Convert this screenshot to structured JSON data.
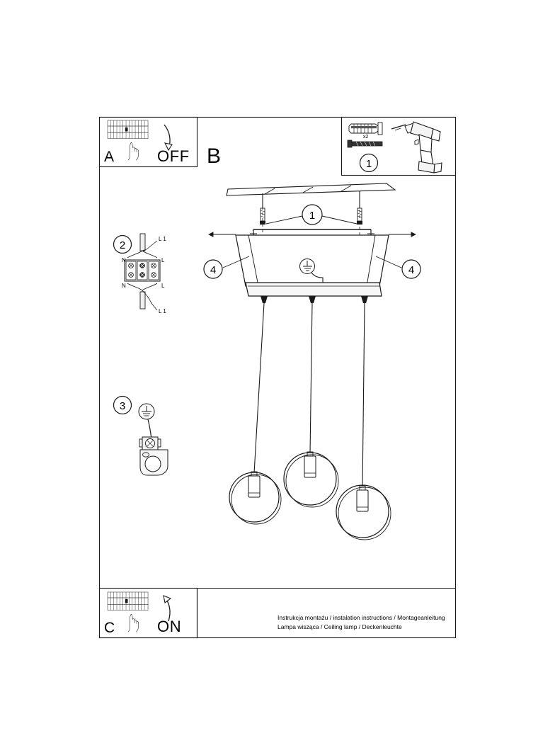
{
  "document": {
    "type": "installation-instruction-sheet",
    "product": "Ceiling lamp / pendant lamp with 3 ring shades"
  },
  "panels": {
    "a": {
      "letter": "A",
      "action_label": "OFF",
      "icon": "fuse-box-switch-hand-icon",
      "description": "Switch off the power at the fuse box"
    },
    "b": {
      "letter": "B",
      "description": "Main assembly view"
    },
    "c": {
      "letter": "C",
      "action_label": "ON",
      "icon": "fuse-box-switch-hand-icon",
      "description": "Switch the power back on at the fuse box"
    }
  },
  "steps": {
    "one": {
      "number": "1",
      "parts_label": "x2",
      "parts": [
        "wall-plug",
        "screw"
      ],
      "tool": "cordless-drill"
    },
    "two": {
      "number": "2",
      "terminal_labels": {
        "top_left": "N",
        "top_right": "L",
        "bottom_left": "N",
        "bottom_right": "L",
        "lead_top": "L 1",
        "lead_bottom": "L 1"
      }
    },
    "three": {
      "number": "3",
      "icon": "earth-ground-symbol"
    },
    "four": {
      "number": "4"
    }
  },
  "assembly": {
    "callout_screws": "1",
    "callout_canopy_left": "4",
    "callout_canopy_right": "4",
    "ground_symbol": "earth-ground-symbol",
    "pendant_count": 3
  },
  "caption": {
    "line1": "Instrukcja montażu / instalation instructions / Montageanleitung",
    "line2": "Lampa wisząca / Ceiling lamp / Deckenleuchte"
  },
  "colors": {
    "line": "#1a1a1a",
    "fill_light": "#f2f2f2",
    "background": "#ffffff"
  }
}
